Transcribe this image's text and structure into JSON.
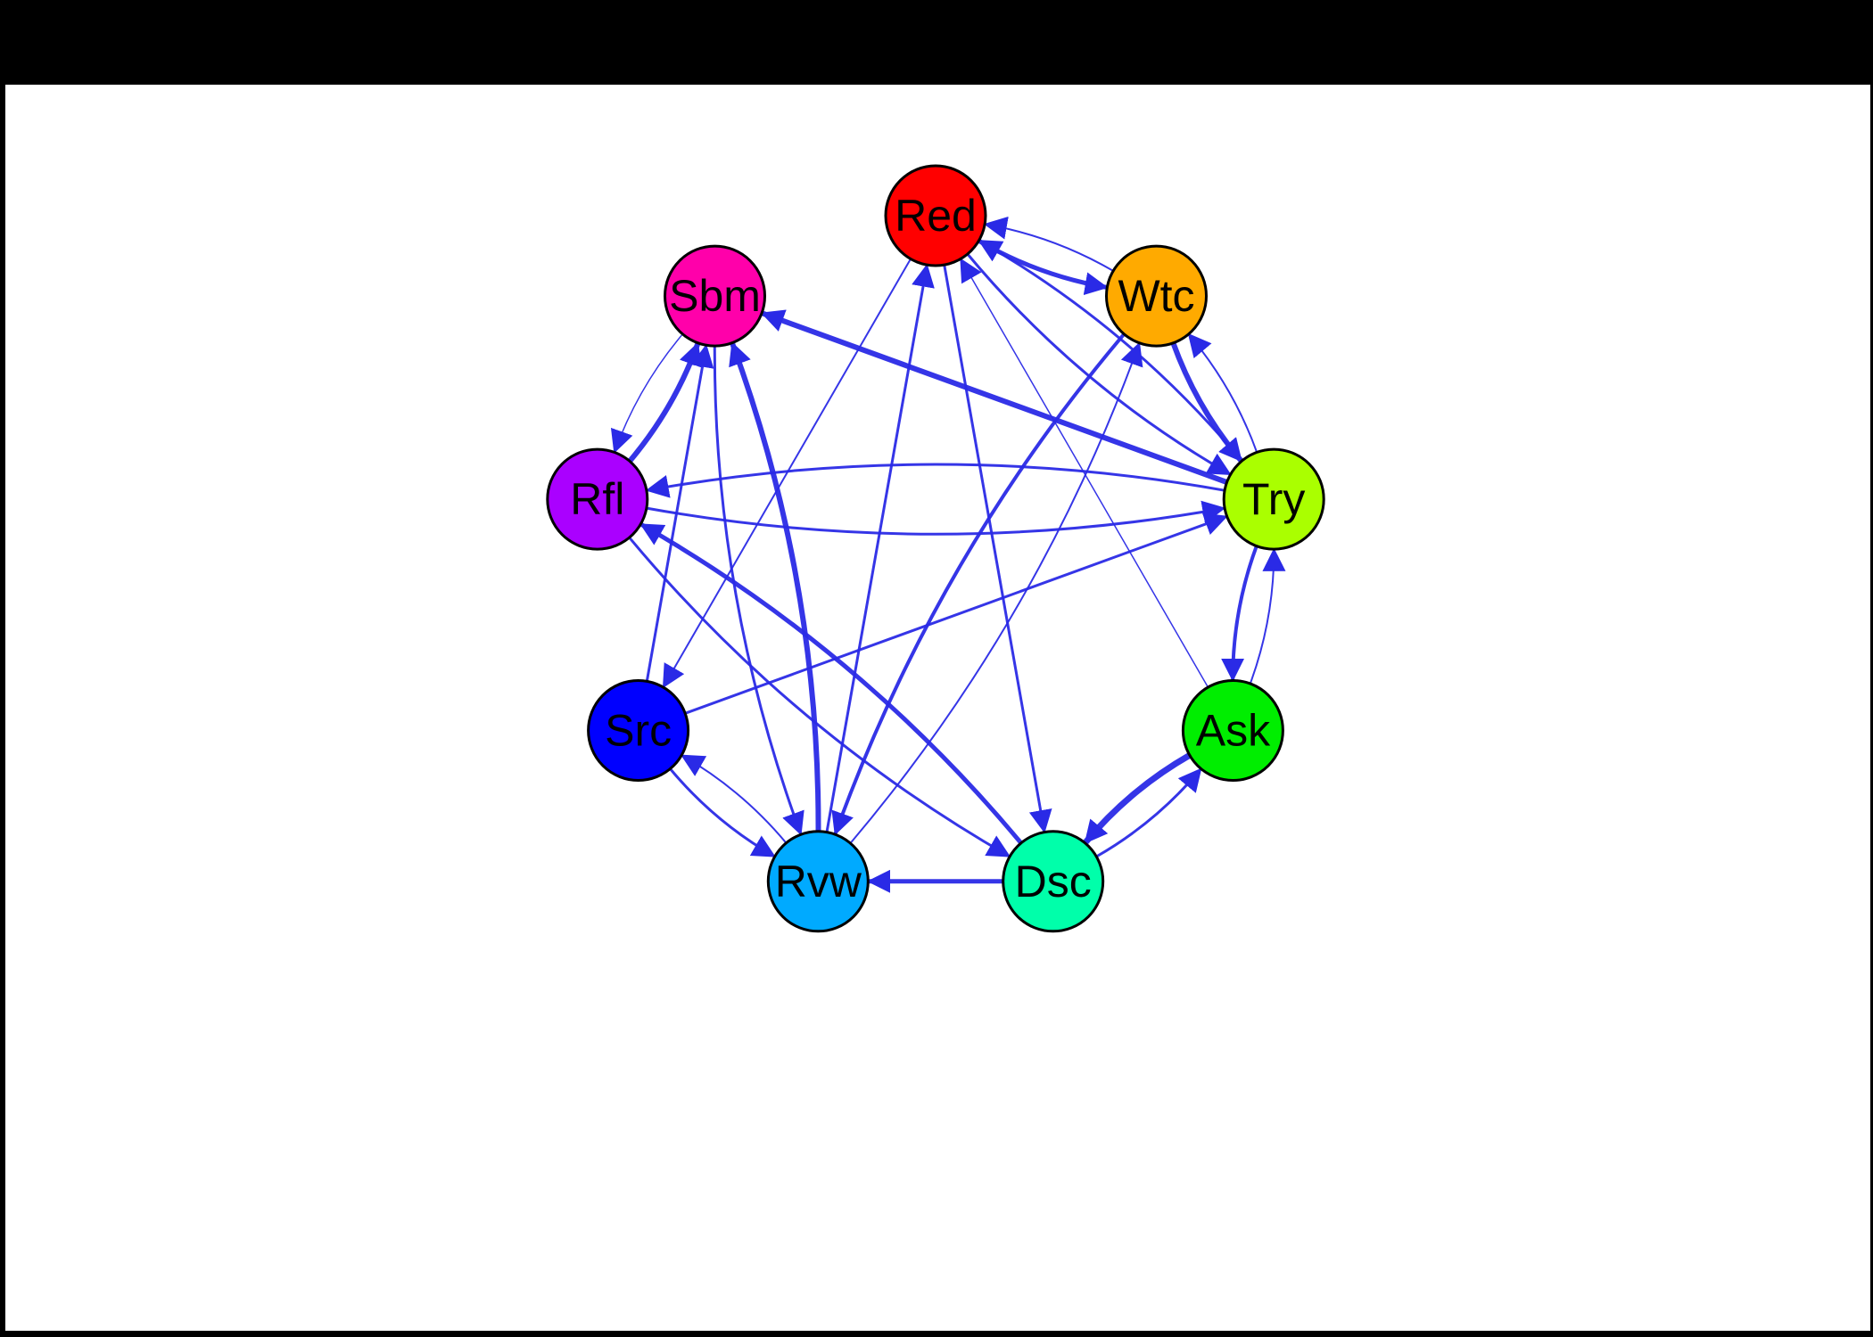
{
  "graph": {
    "edge_color": "#2a2ae6",
    "nodes": [
      {
        "id": "Red",
        "label": "Red",
        "color": "#ff0000"
      },
      {
        "id": "Wtc",
        "label": "Wtc",
        "color": "#ffaa00"
      },
      {
        "id": "Try",
        "label": "Try",
        "color": "#aaff00"
      },
      {
        "id": "Ask",
        "label": "Ask",
        "color": "#00ee00"
      },
      {
        "id": "Dsc",
        "label": "Dsc",
        "color": "#00ffaa"
      },
      {
        "id": "Rvw",
        "label": "Rvw",
        "color": "#00aaff"
      },
      {
        "id": "Src",
        "label": "Src",
        "color": "#0000ff"
      },
      {
        "id": "Rfl",
        "label": "Rfl",
        "color": "#aa00ff"
      },
      {
        "id": "Sbm",
        "label": "Sbm",
        "color": "#ff00aa"
      }
    ],
    "edges": [
      {
        "from": "Red",
        "to": "Wtc",
        "weight": 5
      },
      {
        "from": "Wtc",
        "to": "Red",
        "weight": 2
      },
      {
        "from": "Red",
        "to": "Try",
        "weight": 3
      },
      {
        "from": "Try",
        "to": "Red",
        "weight": 3
      },
      {
        "from": "Red",
        "to": "Src",
        "weight": 2
      },
      {
        "from": "Red",
        "to": "Dsc",
        "weight": 3
      },
      {
        "from": "Rvw",
        "to": "Red",
        "weight": 3
      },
      {
        "from": "Ask",
        "to": "Red",
        "weight": 1.5
      },
      {
        "from": "Wtc",
        "to": "Try",
        "weight": 6
      },
      {
        "from": "Try",
        "to": "Wtc",
        "weight": 2
      },
      {
        "from": "Wtc",
        "to": "Rvw",
        "weight": 4
      },
      {
        "from": "Rvw",
        "to": "Wtc",
        "weight": 2
      },
      {
        "from": "Try",
        "to": "Sbm",
        "weight": 6
      },
      {
        "from": "Try",
        "to": "Rfl",
        "weight": 3
      },
      {
        "from": "Rfl",
        "to": "Try",
        "weight": 3
      },
      {
        "from": "Try",
        "to": "Ask",
        "weight": 4
      },
      {
        "from": "Ask",
        "to": "Try",
        "weight": 2
      },
      {
        "from": "Src",
        "to": "Try",
        "weight": 3
      },
      {
        "from": "Ask",
        "to": "Dsc",
        "weight": 7
      },
      {
        "from": "Dsc",
        "to": "Ask",
        "weight": 3
      },
      {
        "from": "Dsc",
        "to": "Rvw",
        "weight": 5
      },
      {
        "from": "Dsc",
        "to": "Rfl",
        "weight": 5
      },
      {
        "from": "Rfl",
        "to": "Dsc",
        "weight": 3
      },
      {
        "from": "Src",
        "to": "Rvw",
        "weight": 3
      },
      {
        "from": "Rvw",
        "to": "Src",
        "weight": 2
      },
      {
        "from": "Src",
        "to": "Sbm",
        "weight": 3
      },
      {
        "from": "Rvw",
        "to": "Sbm",
        "weight": 6
      },
      {
        "from": "Sbm",
        "to": "Rvw",
        "weight": 3
      },
      {
        "from": "Rfl",
        "to": "Sbm",
        "weight": 6
      },
      {
        "from": "Sbm",
        "to": "Rfl",
        "weight": 1.5
      }
    ]
  }
}
